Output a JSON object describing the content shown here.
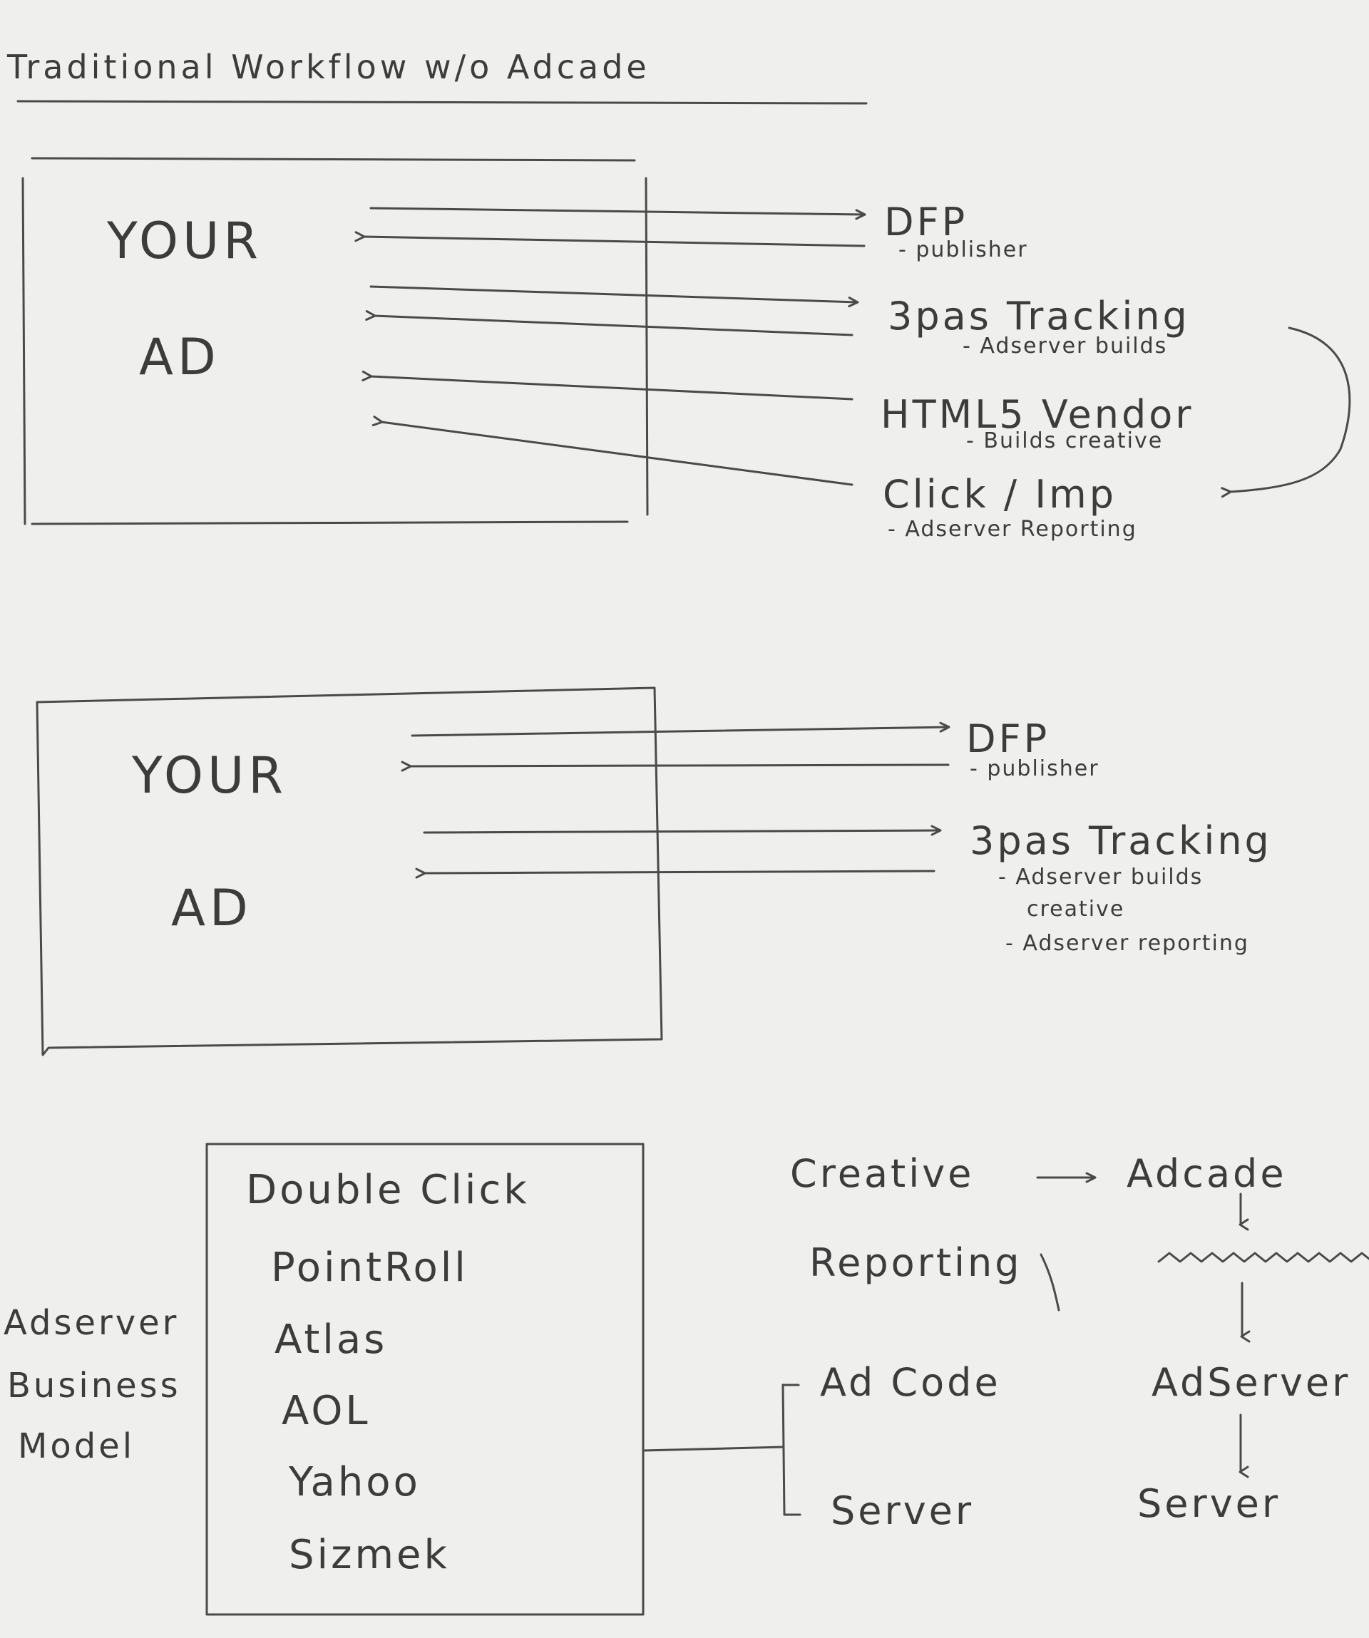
{
  "title": "Traditional Workflow w/o Adcade",
  "top": {
    "box_text": [
      "YOUR",
      "AD"
    ],
    "rows": [
      {
        "label": "DFP",
        "sub": "- publisher"
      },
      {
        "label": "3pas Tracking",
        "sub": "- Adserver builds"
      },
      {
        "label": "HTML5 Vendor",
        "sub": "- Builds creative"
      },
      {
        "label": "Click / Imp",
        "sub": "- Adserver Reporting"
      }
    ]
  },
  "middle": {
    "box_text": [
      "YOUR",
      "AD"
    ],
    "rows": [
      {
        "label": "DFP",
        "sub": "- publisher"
      },
      {
        "label": "3pas Tracking",
        "subs": [
          "- Adserver builds",
          "creative",
          "- Adserver reporting"
        ]
      }
    ]
  },
  "bottom": {
    "side_label": [
      "Adserver",
      "Business",
      "Model"
    ],
    "list": [
      "Double Click",
      "PointRoll",
      "Atlas",
      "AOL",
      "Yahoo",
      "Sizmek"
    ],
    "branch": [
      "Ad Code",
      "Server"
    ],
    "flow_left": [
      "Creative",
      "Reporting"
    ],
    "flow_right": [
      "Adcade",
      "AdServer",
      "Server"
    ]
  }
}
